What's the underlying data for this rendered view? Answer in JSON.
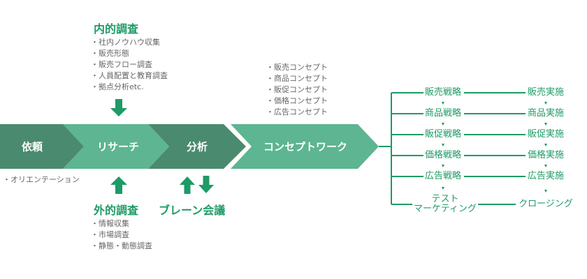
{
  "internal": {
    "title": "内的調査",
    "items": [
      "社内ノウハウ収集",
      "販売形態",
      "販売フロー調査",
      "人員配置と教育調査",
      "拠点分析etc."
    ]
  },
  "external": {
    "title": "外的調査",
    "items": [
      "情報収集",
      "市場調査",
      "静態・動態調査"
    ]
  },
  "brainstorm": {
    "title": "ブレーン会議"
  },
  "concept_items": [
    "販売コンセプト",
    "商品コンセプト",
    "販促コンセプト",
    "価格コンセプト",
    "広告コンセプト"
  ],
  "steps": [
    "依頼",
    "リサーチ",
    "分析",
    "コンセプトワーク"
  ],
  "orientation": "オリエンテーション",
  "strategies": [
    "販売戦略",
    "商品戦略",
    "販促戦略",
    "価格戦略",
    "広告戦略"
  ],
  "executions": [
    "販売実施",
    "商品実施",
    "販促実施",
    "価格実施",
    "広告実施"
  ],
  "test_marketing": {
    "line1": "テスト",
    "line2": "マーケティング"
  },
  "closing": "クロージング",
  "colors": {
    "accent": "#1e9b66",
    "step_dark": "#4a8a6e",
    "step_light": "#5db591",
    "bullet_text": "#666666"
  }
}
